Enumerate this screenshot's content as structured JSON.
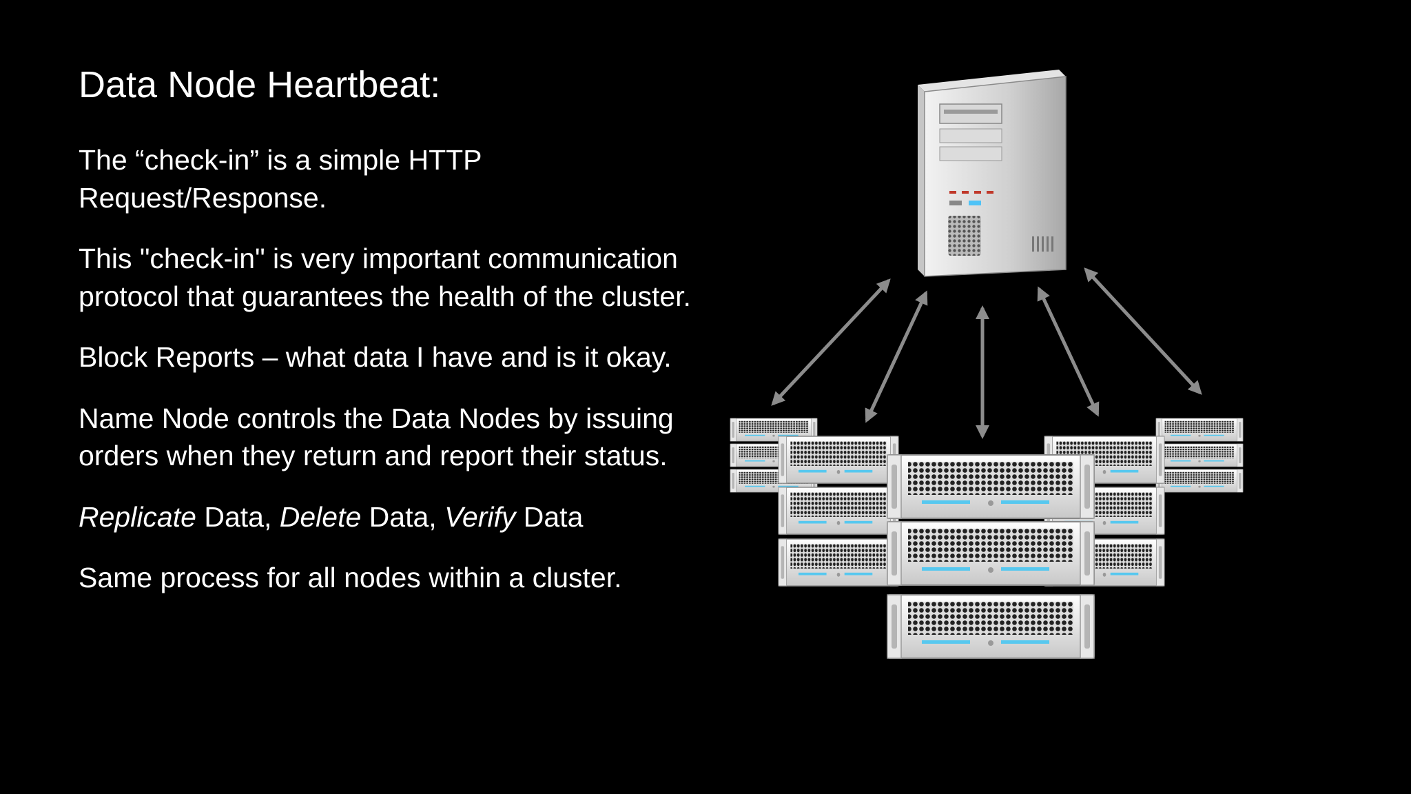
{
  "slide": {
    "title": "Data Node Heartbeat:",
    "paragraphs": [
      "The “check-in” is a simple HTTP Request/Response.",
      "This \"check-in\" is very important communication protocol that guarantees the health of the cluster.",
      "Block Reports – what data I have and is it okay."
    ],
    "para4": "Name Node controls the Data Nodes by issuing orders when they return and report their status.",
    "actions": {
      "replicate": "Replicate",
      "delete": "Delete",
      "verify": "Verify",
      "data_word": "Data"
    },
    "para6": "Same process for all nodes within a cluster."
  },
  "diagram": {
    "name_node_icon": "tower-server-icon",
    "data_node_icon": "rack-server-icon",
    "arrow_color": "#8c8c8c",
    "background": "#000000"
  }
}
